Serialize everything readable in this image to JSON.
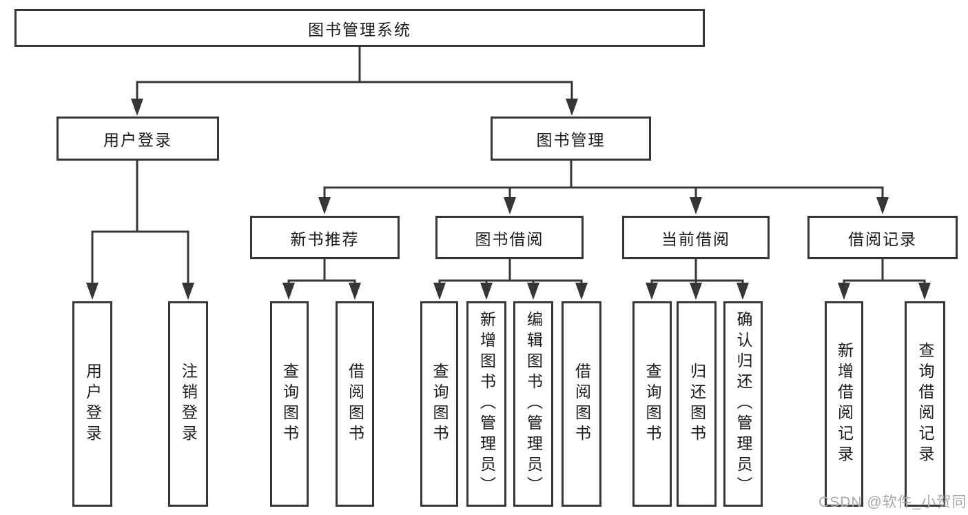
{
  "tree": {
    "root": {
      "label": "图书管理系统"
    },
    "branches": [
      {
        "label": "用户登录",
        "children": [
          {
            "label": "用户登录"
          },
          {
            "label": "注销登录"
          }
        ]
      },
      {
        "label": "图书管理",
        "children": [
          {
            "label": "新书推荐",
            "children": [
              {
                "label": "查询图书"
              },
              {
                "label": "借阅图书"
              }
            ]
          },
          {
            "label": "图书借阅",
            "children": [
              {
                "label": "查询图书"
              },
              {
                "label": "新增图书（管理员）"
              },
              {
                "label": "编辑图书（管理员）"
              },
              {
                "label": "借阅图书"
              }
            ]
          },
          {
            "label": "当前借阅",
            "children": [
              {
                "label": "查询图书"
              },
              {
                "label": "归还图书"
              },
              {
                "label": "确认归还（管理员）"
              }
            ]
          },
          {
            "label": "借阅记录",
            "children": [
              {
                "label": "新增借阅记录"
              },
              {
                "label": "查询借阅记录"
              }
            ]
          }
        ]
      }
    ]
  },
  "watermark": "CSDN @软件_小贺同学",
  "colors": {
    "line": "#363636",
    "text": "#1c1c1c",
    "watermark": "#a8a8a8",
    "background": "#ffffff"
  }
}
